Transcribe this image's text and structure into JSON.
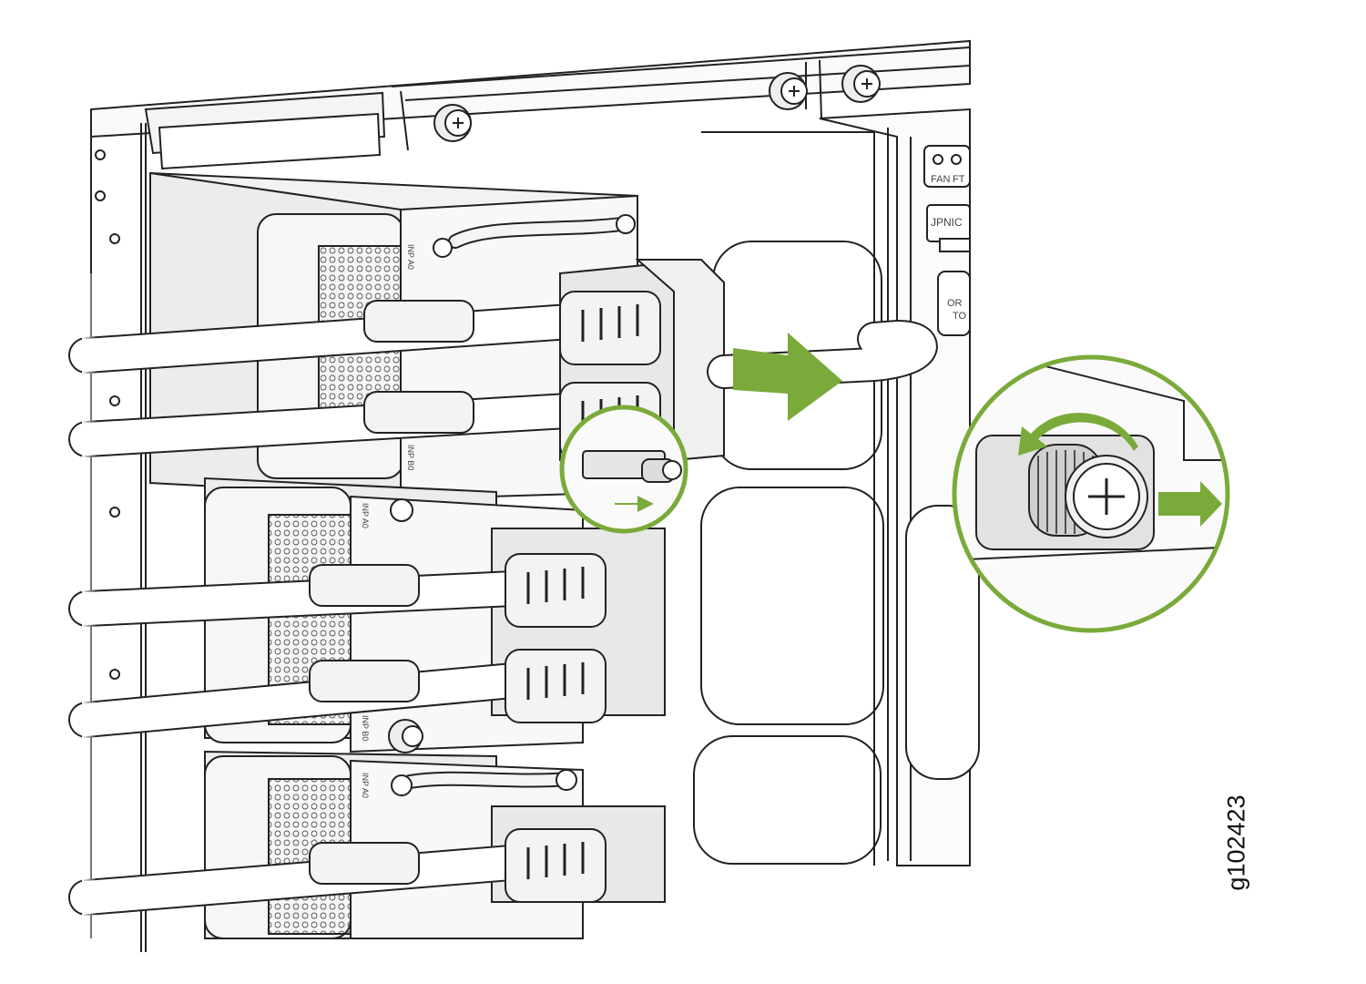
{
  "figure": {
    "figure_id": "g102423",
    "colors": {
      "accent_green": "#7aaa3a",
      "line": "#222222",
      "panel_fill": "#f2f2f2",
      "shade_fill": "#dcdcdc"
    },
    "labels": {
      "led_fan": "FAN",
      "led_partial": "FT",
      "module_label": "JPNIC",
      "panel_partial_top": "OR",
      "panel_partial_bottom": "TO",
      "inp_a0_upper": "INP A0",
      "inp_b0_upper": "INP B0",
      "inp_a0_middle": "INP A0",
      "inp_b0_middle": "INP B0",
      "inp_a0_lower": "INP A0"
    },
    "icons": [
      "captive-screw-icon",
      "rotate-counterclockwise-arrow-icon",
      "pull-arrow-icon"
    ]
  }
}
